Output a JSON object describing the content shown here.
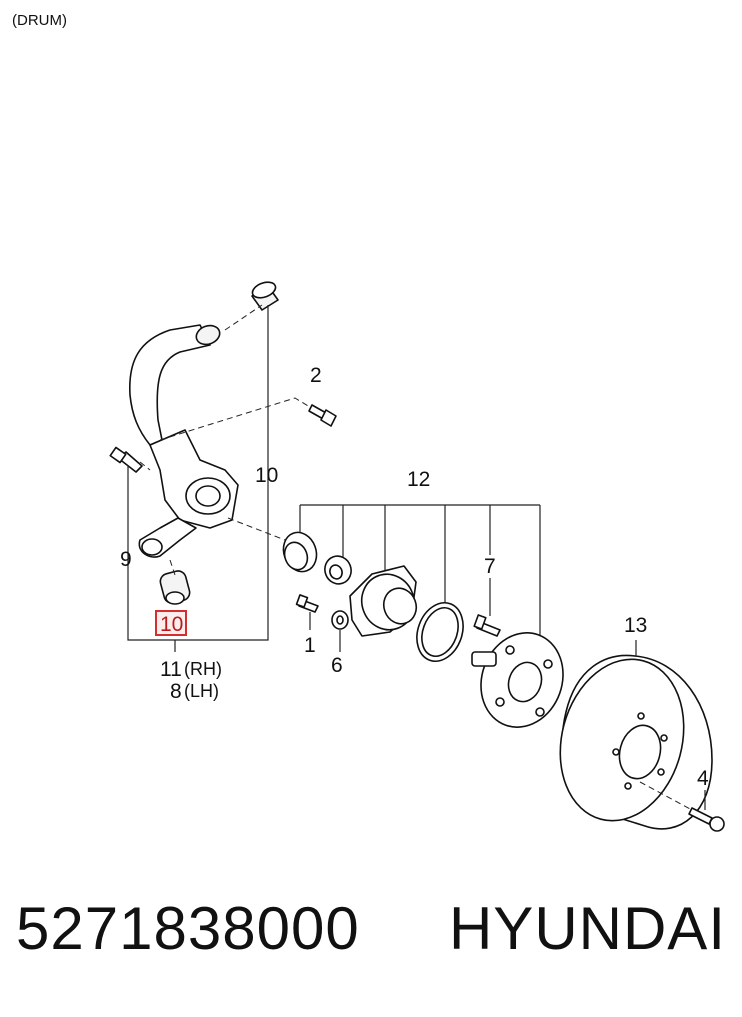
{
  "header": {
    "variant_label": "(DRUM)"
  },
  "callouts": {
    "c1": "1",
    "c2": "2",
    "c4": "4",
    "c6": "6",
    "c7": "7",
    "c8": "8",
    "c9": "9",
    "c10_knuckle": "10",
    "c10_highlight": "10",
    "c11": "11",
    "c12": "12",
    "c13": "13",
    "rh": "(RH)",
    "lh": "(LH)"
  },
  "highlight": {
    "color": "#d32f2f",
    "label": "10"
  },
  "footer": {
    "part_number": "5271838000",
    "brand": "HYUNDAI"
  }
}
